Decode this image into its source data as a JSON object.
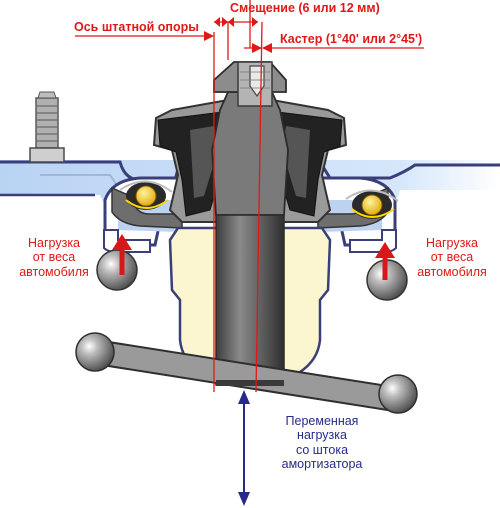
{
  "labels": {
    "offset": "Смещение (6 или 12 мм)",
    "axis": "Ось штатной опоры",
    "caster": "Кастер (1°40' или 2°45')",
    "load_left": [
      "Нагрузка",
      "от веса",
      "автомобиля"
    ],
    "load_right": [
      "Нагрузка",
      "от веса",
      "автомобиля"
    ],
    "variable_load": [
      "Переменная",
      "нагрузка",
      "со штока",
      "амортизатора"
    ]
  },
  "colors": {
    "label_red": "#e01818",
    "label_blue": "#262b8a",
    "rubber": "#222222",
    "steel": "#6e6e6e",
    "body_panel": "#c9ddf5",
    "bearing": "#f2c400",
    "bushing": "#fbf6cf",
    "arrow": "#d81818"
  },
  "icons": [
    "mount-stud-icon",
    "bearing-ball-icon",
    "load-arrow-icon",
    "rod-roller-icon"
  ]
}
